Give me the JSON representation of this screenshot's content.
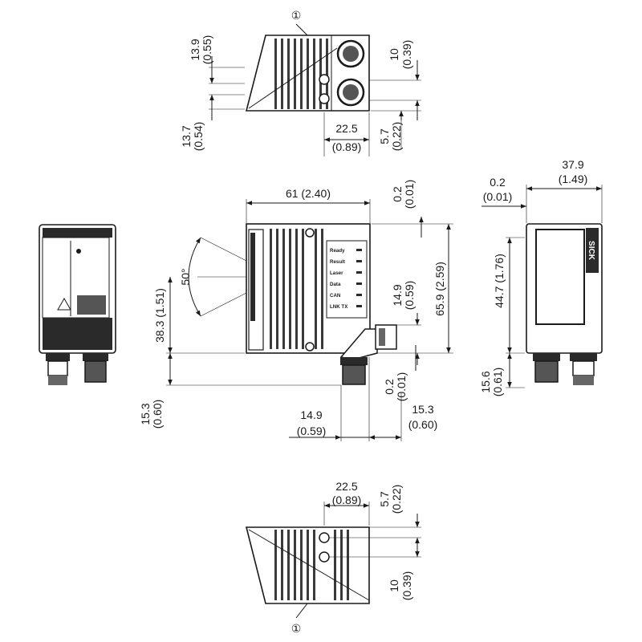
{
  "callout": "①",
  "angle": "50°",
  "led_labels": [
    "Ready",
    "Result",
    "Laser",
    "Data",
    "CAN",
    "LNK TX"
  ],
  "brand": "SICK",
  "top_view": {
    "d_13_9": {
      "mm": "13.9",
      "in": "(0.55)"
    },
    "d_13_7": {
      "mm": "13.7",
      "in": "(0.54)"
    },
    "d_10": {
      "mm": "10",
      "in": "(0.39)"
    },
    "d_22_5": {
      "mm": "22.5",
      "in": "(0.89)"
    },
    "d_5_7": {
      "mm": "5.7",
      "in": "(0.22)"
    }
  },
  "front_view": {
    "width": "61 (2.40)",
    "d_0_2_top": {
      "mm": "0.2",
      "in": "(0.01)"
    },
    "height": "65.9 (2.59)",
    "d_14_9_v": {
      "mm": "14.9",
      "in": "(0.59)"
    },
    "d_38_3": "38.3 (1.51)",
    "d_0_2_bot": {
      "mm": "0.2",
      "in": "(0.01)"
    },
    "d_15_3_left": {
      "mm": "15.3",
      "in": "(0.60)"
    },
    "d_14_9_h": {
      "mm": "14.9",
      "in": "(0.59)"
    },
    "d_15_3_right": {
      "mm": "15.3",
      "in": "(0.60)"
    }
  },
  "side_view": {
    "d_0_2": {
      "mm": "0.2",
      "in": "(0.01)"
    },
    "d_37_9": {
      "mm": "37.9",
      "in": "(1.49)"
    },
    "d_44_7": "44.7 (1.76)",
    "d_15_6": {
      "mm": "15.6",
      "in": "(0.61)"
    }
  },
  "bottom_view": {
    "d_22_5": {
      "mm": "22.5",
      "in": "(0.89)"
    },
    "d_5_7": {
      "mm": "5.7",
      "in": "(0.22)"
    },
    "d_10": {
      "mm": "10",
      "in": "(0.39)"
    }
  }
}
